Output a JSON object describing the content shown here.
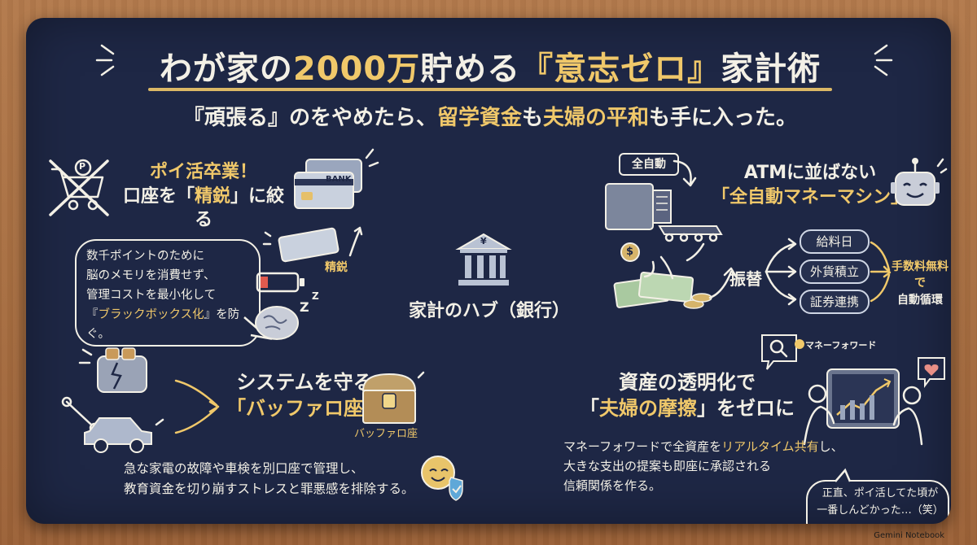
{
  "title": {
    "part1": "わが家の",
    "part2": "2000万",
    "part3": "貯める",
    "part4": "『意志ゼロ』",
    "part5": "家計術"
  },
  "subtitle": {
    "part1": "『頑張る』のをやめたら、",
    "part2": "留学資金",
    "part3": "も",
    "part4": "夫婦の平和",
    "part5": "も手に入った。"
  },
  "section_points": {
    "heading_line1": "ポイ活卒業！",
    "heading_line2_a": "口座を「",
    "heading_line2_b": "精鋭",
    "heading_line2_c": "」に絞る",
    "card_label": "BANK",
    "elite_label": "精鋭",
    "bubble_line1": "数千ポイントのために",
    "bubble_line2": "脳のメモリを消費せず、",
    "bubble_line3": "管理コストを最小化して",
    "bubble_line4_a": "『",
    "bubble_line4_b": "ブラックボックス化",
    "bubble_line4_c": "』を防ぐ。",
    "icon_p": "P",
    "icon_z": "Z"
  },
  "section_hub": {
    "label": "家計のハブ（銀行）",
    "icon_badge": "¥"
  },
  "section_atm": {
    "heading_line1": "ATMに並ばない",
    "heading_line2": "「全自動マネーマシン」",
    "auto_tag": "全自動",
    "transfer_label": "振替",
    "pills": [
      "給料日",
      "外貨積立",
      "証券連携"
    ],
    "result_line1": "手数料無料で",
    "result_line2": "自動循環",
    "coin_symbol": "$"
  },
  "section_buffer": {
    "heading_line1": "システムを守る",
    "heading_line2": "「バッファロ座」",
    "chest_label": "バッファロ座",
    "body_line1": "急な家電の故障や車検を別口座で管理し、",
    "body_line2": "教育資金を切り崩すストレスと罪悪感を排除する。"
  },
  "section_transparency": {
    "heading_line1": "資産の透明化で",
    "heading_line2_a": "「",
    "heading_line2_b": "夫婦の摩擦",
    "heading_line2_c": "」をゼロに",
    "app_label": "マネーフォワード",
    "body_line1_a": "マネーフォワードで全資産を",
    "body_line1_b": "リアルタイム共有",
    "body_line1_c": "し、",
    "body_line2": "大きな支出の提案も即座に承認される",
    "body_line3": "信頼関係を作る。",
    "bubble_line1": "正直、ポイ活してた頃が",
    "bubble_line2": "一番しんどかった…（笑）"
  },
  "watermark": "Gemini Notebook",
  "colors": {
    "board": "#1e2745",
    "accent": "#f0c86a",
    "chalk": "#f3f0e6",
    "wood": "#a86f42"
  }
}
